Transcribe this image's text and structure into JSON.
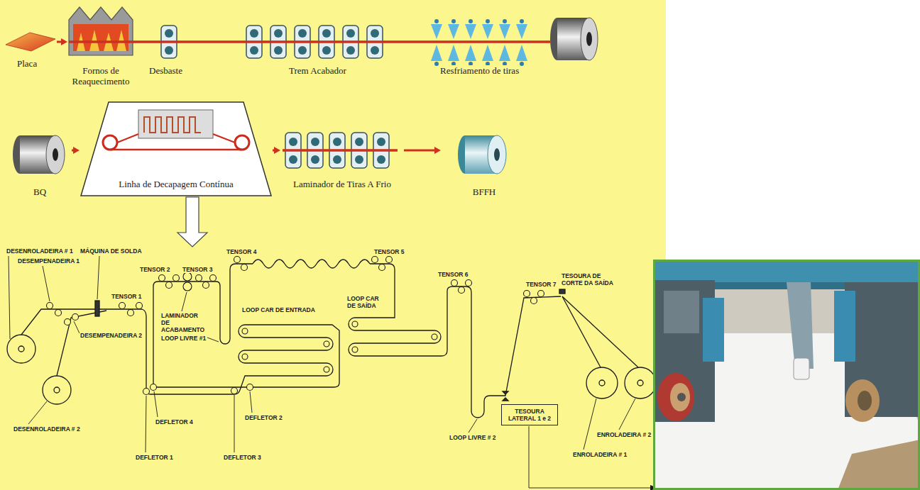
{
  "diagram": {
    "nodes": [
      {
        "text": [
          "BQ"
        ]
      },
      {
        "text": [
          "Linha de Decapagem Contínua"
        ]
      },
      {
        "text": [
          "Laminador de Tiras A Frio"
        ]
      },
      {
        "text": [
          "BFFH"
        ]
      },
      {
        "text": [
          "TESOURA LATERAL 1 e 2"
        ]
      }
    ],
    "edges": [
      {
        "from": 0,
        "to": 1,
        "arrow": "to"
      },
      {
        "from": 1,
        "to": 2,
        "arrow": "to"
      },
      {
        "from": 2,
        "to": 3,
        "arrow": "to"
      }
    ],
    "labels": [
      "Placa",
      "Fornos de Reaquecimento",
      "Desbaste",
      "Trem Acabador",
      "Resfriamento de tiras",
      "DESENROLADEIRA # 1",
      "DESEMPENADEIRA 1",
      "MÁQUINA DE SOLDA",
      "TENSOR 1",
      "TENSOR 2",
      "TENSOR 3",
      "TENSOR 4",
      "LAMINADOR DE ACABAMENTO",
      "LOOP LIVRE #1",
      "LOOP CAR DE ENTRADA",
      "DESEMPENADEIRA 2",
      "DESENROLADEIRA # 2",
      "DEFLETOR 4",
      "DEFLETOR 1",
      "DEFLETOR 3",
      "DEFLETOR 2",
      "TENSOR 5",
      "LOOP CAR DE SAÍDA",
      "TENSOR 6",
      "LOOP LIVRE # 2",
      "TENSOR 7",
      "TESOURA DE CORTE DA SAÍDA",
      "ENROLADEIRA # 2",
      "ENROLADEIRA # 1"
    ]
  }
}
